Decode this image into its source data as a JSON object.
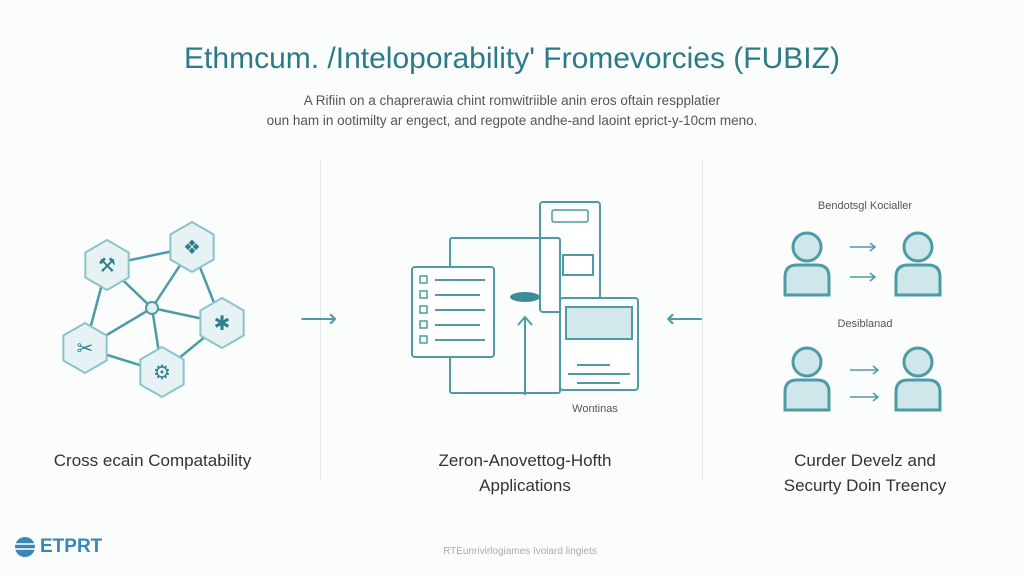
{
  "header": {
    "title": "Ethmcum. /Inteloporability' Fromevorcies (FUBIZ)",
    "subtitle_line1": "A Rifiin on a chaprerawia chint romwitriible anin eros oftain respplatier",
    "subtitle_line2": "oun ham in ootimilty ar engect, and regpote andhe-and laoint eprict-y-10cm meno."
  },
  "sections": [
    {
      "caption": "Cross ecain Compatability",
      "icons": [
        "wallet-plus-icon",
        "tokens-icon",
        "network-hex-icon",
        "gear-icon",
        "tools-icon"
      ]
    },
    {
      "caption_line1": "Zeron-Anovettog-Hofth",
      "caption_line2": "Applications",
      "label": "Wontinas"
    },
    {
      "caption_line1": "Curder Develz and",
      "caption_line2": "Securty Doin Treency",
      "label_top": "Bendotsgl Kocialler",
      "label_mid": "Desiblanad"
    }
  ],
  "footer": {
    "logo": "ETPRT",
    "note": "RTEunrivirlogiames Ivoiard lingiets"
  },
  "colors": {
    "accent": "#3a9aa8",
    "title": "#2b7a88"
  }
}
